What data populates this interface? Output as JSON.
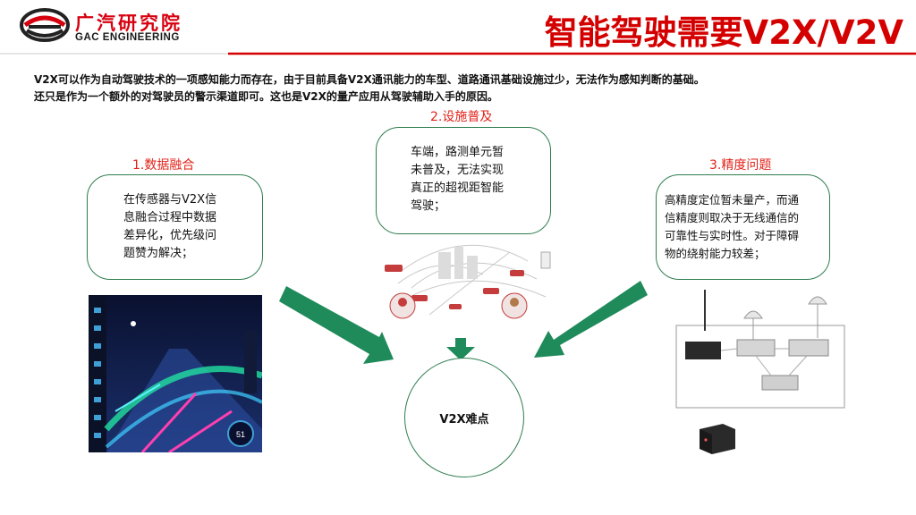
{
  "header": {
    "logo_cn": "广汽研究院",
    "logo_en": "GAC ENGINEERING",
    "title": "智能驾驶需要V2X/V2V",
    "accent_color": "#d40000"
  },
  "intro": {
    "line1": "V2X可以作为自动驾驶技术的一项感知能力而存在，由于目前具备V2X通讯能力的车型、道路通讯基础设施过少，无法作为感知判断的基础。",
    "line2": "还只是作为一个额外的对驾驶员的警示渠道即可。这也是V2X的量产应用从驾驶辅助入手的原因。"
  },
  "sections": [
    {
      "label": "1.数据融合",
      "lines": [
        "在传感器与V2X信",
        "息融合过程中数据",
        "差异化，优先级问",
        "题赞为解决；"
      ]
    },
    {
      "label": "2.设施普及",
      "lines": [
        "车端，路测单元暂",
        "未普及，无法实现",
        "真正的超视距智能",
        "驾驶；"
      ]
    },
    {
      "label": "3.精度问题",
      "lines": [
        "高精度定位暂未量产，而通",
        "信精度则取决于无线通信的",
        "可靠性与实时性。对于障碍",
        "物的绕射能力较差；"
      ]
    }
  ],
  "center": {
    "label": "V2X难点"
  },
  "colors": {
    "border": "#2e7d4f",
    "arrow": "#1f8a5a",
    "label": "#e2231a"
  },
  "icons": [
    "gac-logo",
    "v2x-dashboard-image",
    "connected-vehicles-image",
    "gps-hardware-image"
  ]
}
